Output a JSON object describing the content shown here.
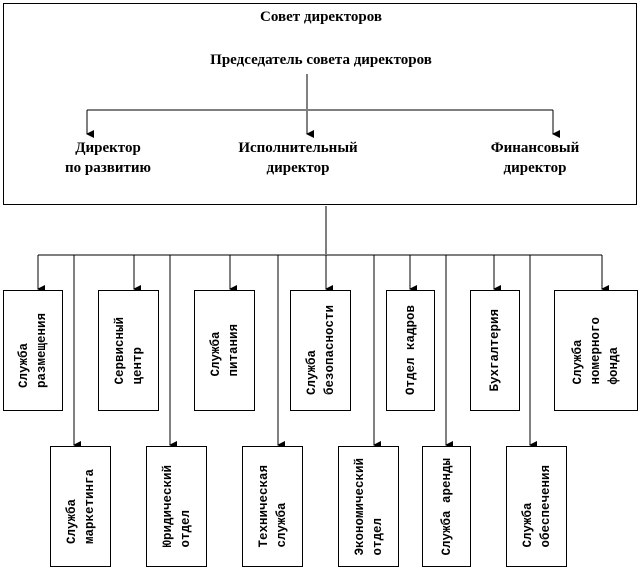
{
  "board": {
    "title": "Совет директоров",
    "chairman": "Председатель совета директоров",
    "directors": [
      {
        "line1": "Директор",
        "line2": "по развитию"
      },
      {
        "line1": "Исполнительный",
        "line2": "директор"
      },
      {
        "line1": "Финансовый",
        "line2": "директор"
      }
    ]
  },
  "departments_top": [
    "Служба\nразмещения",
    "Сервисный\nцентр",
    "Служба\nпитания",
    "Служба\nбезопасности",
    "Отдел кадров",
    "Бухгалтерия",
    "Служба\nномерного\nфонда"
  ],
  "departments_bottom": [
    "Служба\nмаркетинга",
    "Юридический\nотдел",
    "Техническая\nслужба",
    "Экономический\nотдел",
    "Служба аренды",
    "Служба\nобеспечения"
  ],
  "colors": {
    "line": "#000000",
    "bus": "#7f7f7f"
  }
}
